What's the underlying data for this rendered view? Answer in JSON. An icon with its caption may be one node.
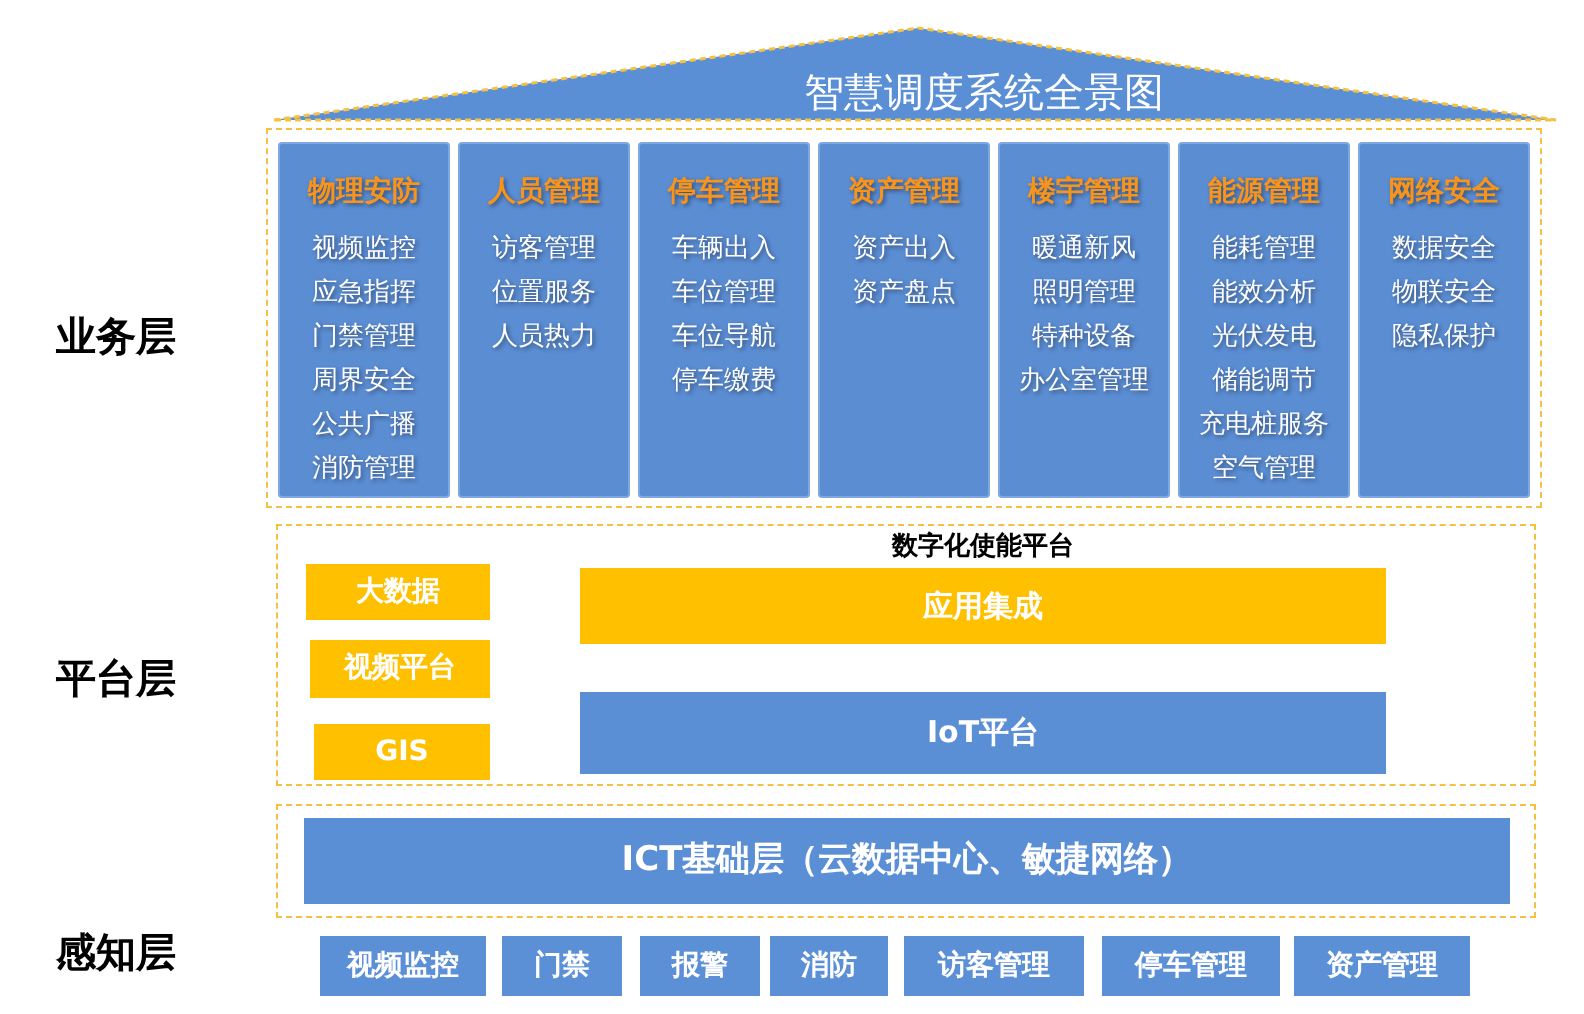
{
  "diagram": {
    "nodes": [
      {
        "text": [
          "智慧调度系统全景图"
        ]
      },
      {
        "text": [],
        "shape": "box"
      },
      {
        "text": [
          "物理安防",
          "视频监控",
          "应急指挥",
          "门禁管理",
          "周界安全",
          "公共广播",
          "消防管理"
        ],
        "in": 1
      },
      {
        "text": [
          "人员管理",
          "访客管理",
          "位置服务",
          "人员热力"
        ],
        "in": 1
      },
      {
        "text": [
          "停车管理",
          "车辆出入",
          "车位管理",
          "车位导航",
          "停车缴费"
        ],
        "in": 1
      },
      {
        "text": [
          "资产管理",
          "资产出入",
          "资产盘点"
        ],
        "in": 1
      },
      {
        "text": [
          "楼宇管理",
          "暖通新风",
          "照明管理",
          "特种设备",
          "办公室管理"
        ],
        "in": 1
      },
      {
        "text": [
          "能源管理",
          "能耗管理",
          "能效分析",
          "光伏发电",
          "储能调节",
          "充电桩服务",
          "空气管理"
        ],
        "in": 1
      },
      {
        "text": [
          "网络安全",
          "数据安全",
          "物联安全",
          "隐私保护"
        ],
        "in": 1
      },
      {
        "text": [
          "数字化使能平台"
        ]
      },
      {
        "text": [
          "大数据"
        ],
        "in": 9
      },
      {
        "text": [
          "视频平台"
        ],
        "in": 9
      },
      {
        "text": [
          "GIS"
        ],
        "in": 9
      },
      {
        "text": [
          "应用集成"
        ],
        "in": 9
      },
      {
        "text": [
          "IoT平台"
        ],
        "in": 9
      },
      {
        "text": [],
        "shape": "box"
      },
      {
        "text": [
          "ICT基础层（云数据中心、敏捷网络）"
        ],
        "in": 15
      },
      {
        "text": [
          "视频监控"
        ]
      },
      {
        "text": [
          "门禁"
        ]
      },
      {
        "text": [
          "报警"
        ]
      },
      {
        "text": [
          "消防"
        ]
      },
      {
        "text": [
          "访客管理"
        ]
      },
      {
        "text": [
          "停车管理"
        ]
      },
      {
        "text": [
          "资产管理"
        ]
      }
    ],
    "labels": [
      "业务层",
      "平台层",
      "感知层"
    ]
  }
}
